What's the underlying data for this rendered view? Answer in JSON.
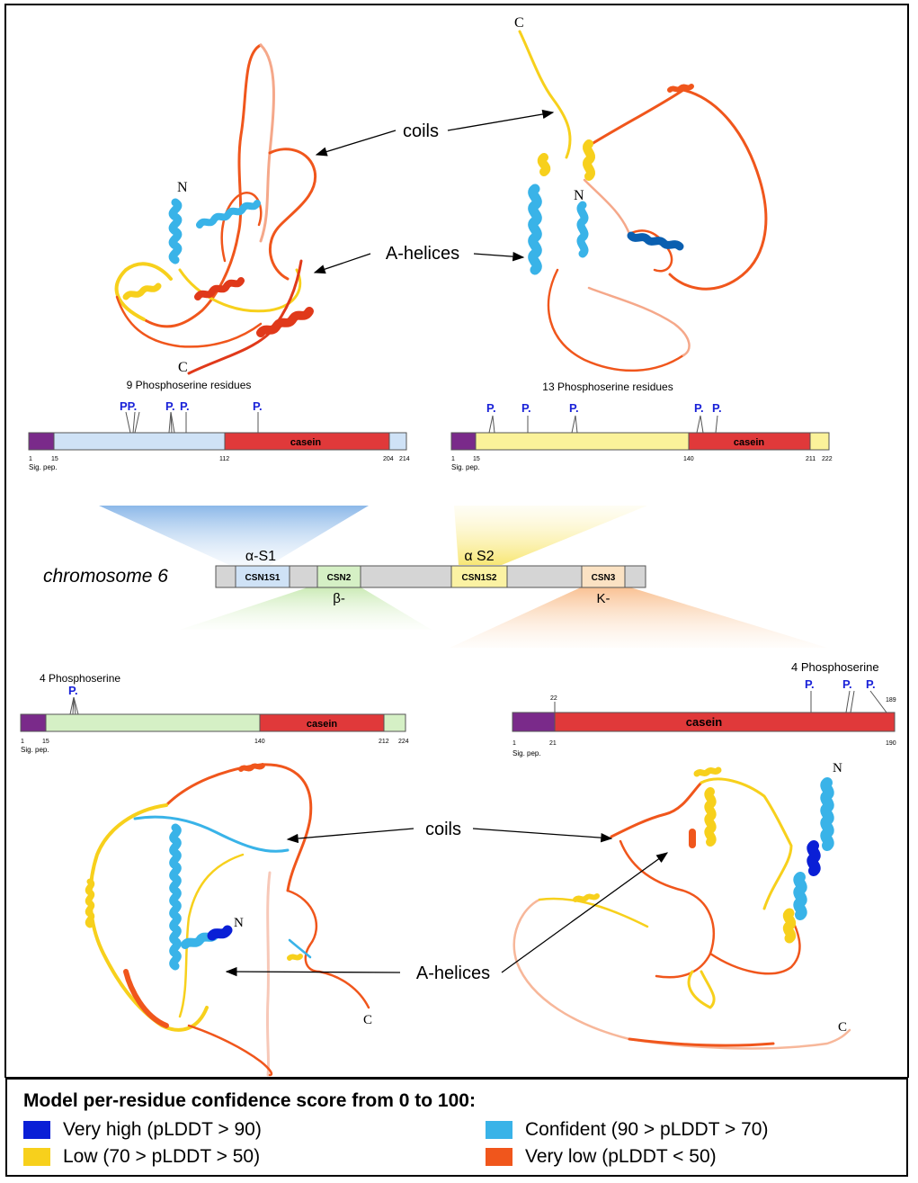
{
  "labels": {
    "coils_top": "coils",
    "helices_top": "A-helices",
    "coils_bottom": "coils",
    "helices_bottom": "A-helices",
    "n_term": "N",
    "c_term": "C",
    "chromosome": "chromosome 6",
    "alpha_s1": "α-S1",
    "alpha_s2": "α S2",
    "beta": "β-",
    "kappa": "K-"
  },
  "genes": [
    {
      "name": "CSN1S1",
      "color": "#cfe2f6"
    },
    {
      "name": "CSN2",
      "color": "#d5f0c5"
    },
    {
      "name": "CSN1S2",
      "color": "#fbf2a3"
    },
    {
      "name": "CSN3",
      "color": "#fbe2c3"
    }
  ],
  "proteins": {
    "as1": {
      "phospho_title": "9 Phosphoserine residues",
      "domain": "casein",
      "ticks": [
        "1",
        "15",
        "112",
        "204",
        "214"
      ],
      "sig": "Sig. pep.",
      "p": "P.",
      "p_double": "PP."
    },
    "as2": {
      "phospho_title": "13 Phosphoserine residues",
      "domain": "casein",
      "ticks": [
        "1",
        "15",
        "140",
        "211",
        "222"
      ],
      "sig": "Sig. pep.",
      "p": "P."
    },
    "beta": {
      "phospho_title": "4 Phosphoserine",
      "domain": "casein",
      "ticks": [
        "1",
        "15",
        "140",
        "212",
        "224"
      ],
      "sig": "Sig. pep.",
      "p": "P."
    },
    "kappa": {
      "phospho_title": "4 Phosphoserine",
      "domain": "casein",
      "ticks": [
        "1",
        "21",
        "22",
        "189",
        "190"
      ],
      "sig": "Sig. pep.",
      "p": "P."
    }
  },
  "colors": {
    "very_high": "#0a1fd6",
    "confident": "#39b3e8",
    "low": "#f7d01c",
    "very_low": "#f0561c",
    "sig_pep": "#7a2a8a",
    "casein": "#e0393a",
    "phospho": "#1a22d8"
  },
  "legend": {
    "title": "Model per-residue confidence score from 0 to 100:",
    "very_high": "Very high (pLDDT > 90)",
    "confident": "Confident (90 > pLDDT > 70)",
    "low": "Low (70 > pLDDT > 50)",
    "very_low": "Very low (pLDDT < 50)"
  }
}
